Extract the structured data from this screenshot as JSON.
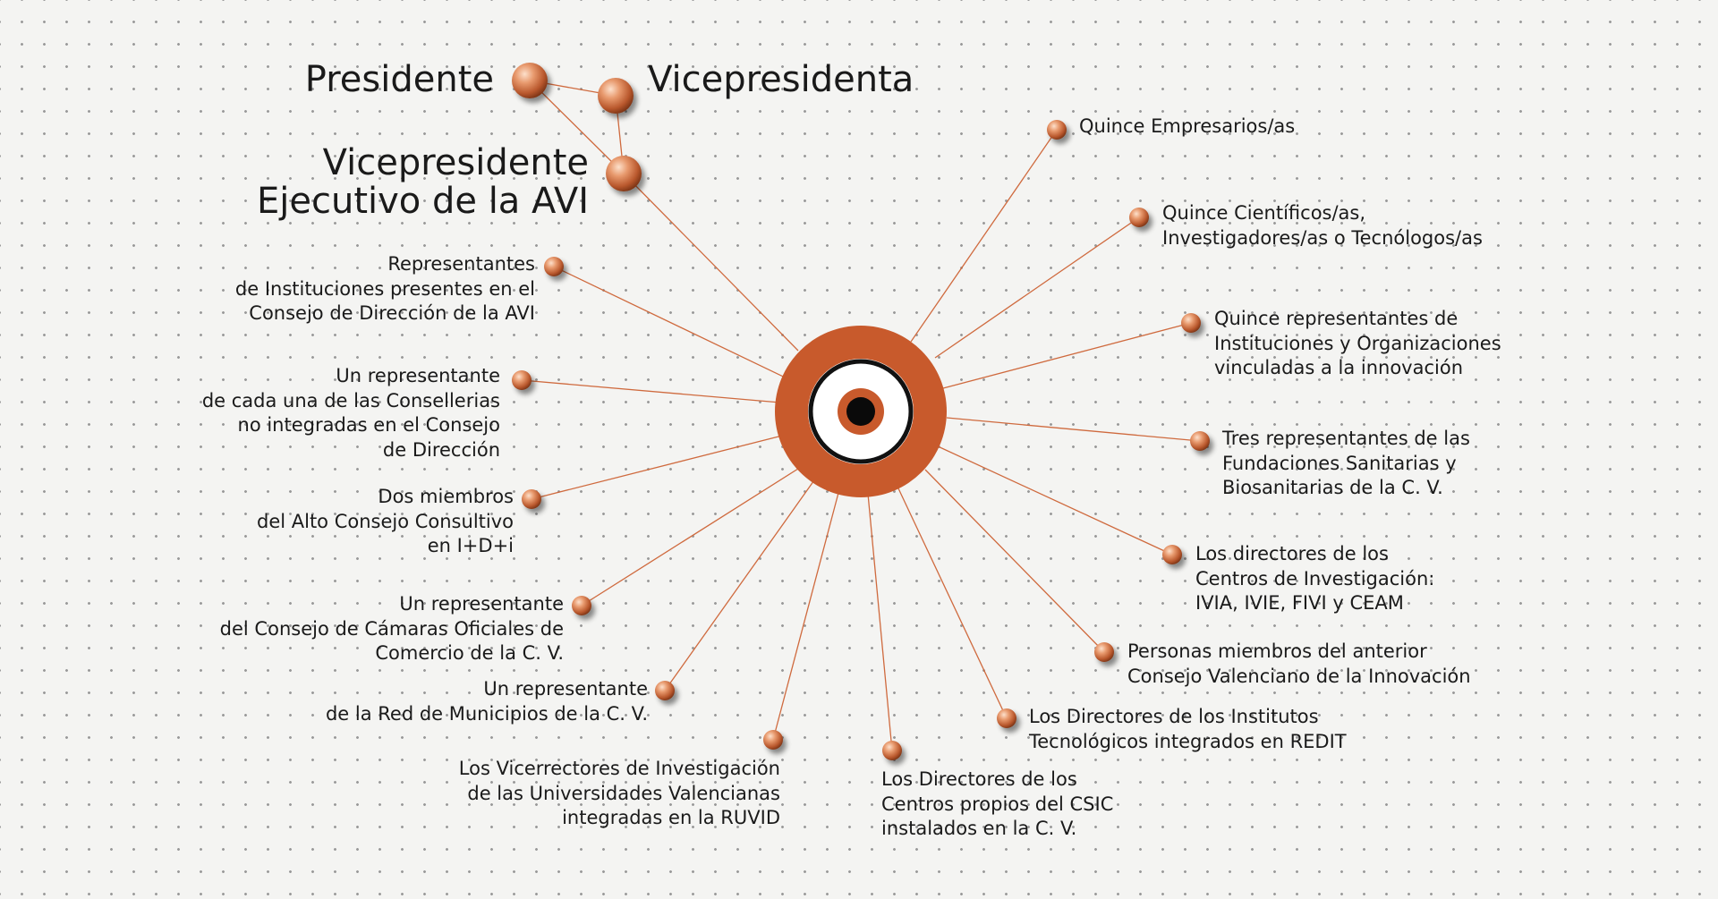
{
  "colors": {
    "accent": "#c85a2c",
    "line": "#cf6a3e",
    "text": "#1a1a1a",
    "background": "#f4f4f2"
  },
  "center": {
    "icon": "target-icon"
  },
  "top": {
    "presidente": "Presidente",
    "vicepresidenta": "Vicepresidenta",
    "vicepresidente_ejecutivo": [
      "Vicepresidente",
      "Ejecutivo de la AVI"
    ]
  },
  "left": [
    {
      "lines": [
        "Representantes",
        "de Instituciones presentes en el",
        "Consejo de Dirección de la AVI"
      ]
    },
    {
      "lines": [
        "Un representante",
        "de cada una de las Consellerias",
        "no integradas en el Consejo",
        "de Dirección"
      ]
    },
    {
      "lines": [
        "Dos miembros",
        "del Alto Consejo Consultivo",
        "en I+D+i"
      ]
    },
    {
      "lines": [
        "Un representante",
        "del Consejo de Cámaras Oficiales de",
        "Comercio de la C. V."
      ]
    },
    {
      "lines": [
        "Un representante",
        "de la Red de Municipios de la C. V."
      ]
    },
    {
      "lines": [
        "Los Vicerrectores de Investigación",
        "de las Universidades Valencianas",
        "integradas en la RUVID"
      ]
    }
  ],
  "right": [
    {
      "lines": [
        "Quince Empresarios/as"
      ]
    },
    {
      "lines": [
        "Quince Científicos/as,",
        "Investigadores/as o Tecnólogos/as"
      ]
    },
    {
      "lines": [
        "Quince representantes de",
        "Instituciones y Organizaciones",
        "vinculadas a la innovación"
      ]
    },
    {
      "lines": [
        "Tres representantes de las",
        "Fundaciones Sanitarias y",
        "Biosanitarias de la C. V."
      ]
    },
    {
      "lines": [
        "Los directores de los",
        "Centros de Investigación:",
        "IVIA, IVIE, FIVI y CEAM"
      ]
    },
    {
      "lines": [
        "Personas miembros del anterior",
        "Consejo Valenciano de la Innovación"
      ]
    },
    {
      "lines": [
        "Los Directores de los Institutos",
        "Tecnológicos integrados en REDIT"
      ]
    },
    {
      "lines": [
        "Los Directores de los",
        "Centros propios del CSIC",
        "instalados en la C. V."
      ]
    }
  ]
}
